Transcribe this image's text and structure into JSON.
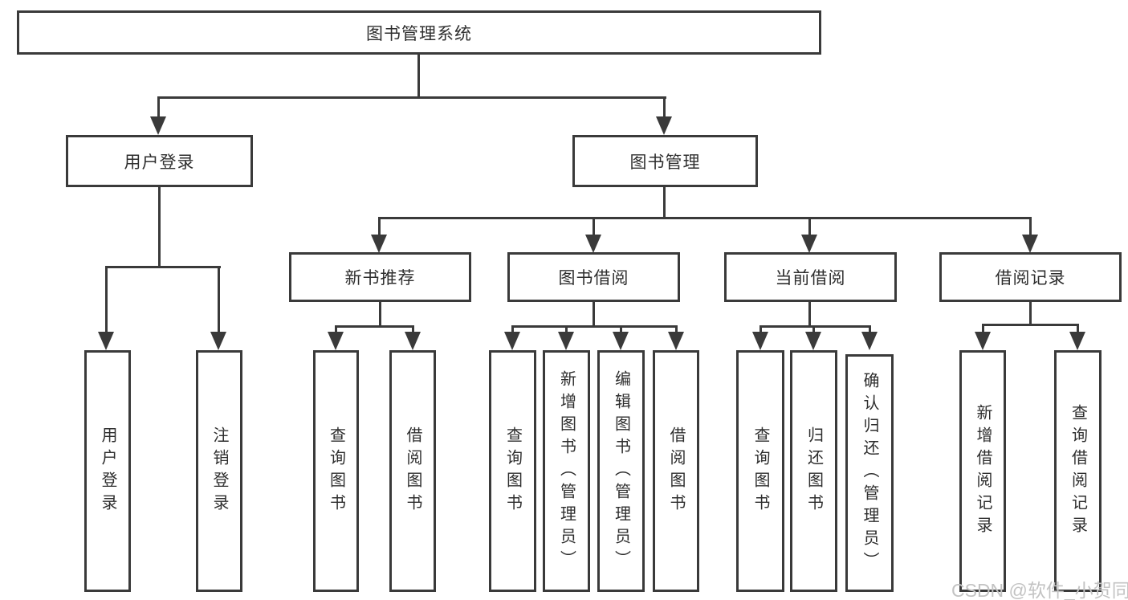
{
  "tree": {
    "root": "图书管理系统",
    "branches": [
      {
        "label": "用户登录",
        "children": [
          "用户登录",
          "注销登录"
        ]
      },
      {
        "label": "图书管理",
        "groups": [
          {
            "label": "新书推荐",
            "children": [
              "查询图书",
              "借阅图书"
            ]
          },
          {
            "label": "图书借阅",
            "children": [
              "查询图书",
              "新增图书（管理员）",
              "编辑图书（管理员）",
              "借阅图书"
            ]
          },
          {
            "label": "当前借阅",
            "children": [
              "查询图书",
              "归还图书",
              "确认归还（管理员）"
            ]
          },
          {
            "label": "借阅记录",
            "children": [
              "新增借阅记录",
              "查询借阅记录"
            ]
          }
        ]
      }
    ]
  },
  "watermark": "CSDN @软件_小贺同学",
  "colors": {
    "line": "#3a3a3a",
    "text": "#2e2e2e",
    "watermark": "#c3c3c3",
    "background": "#ffffff"
  }
}
